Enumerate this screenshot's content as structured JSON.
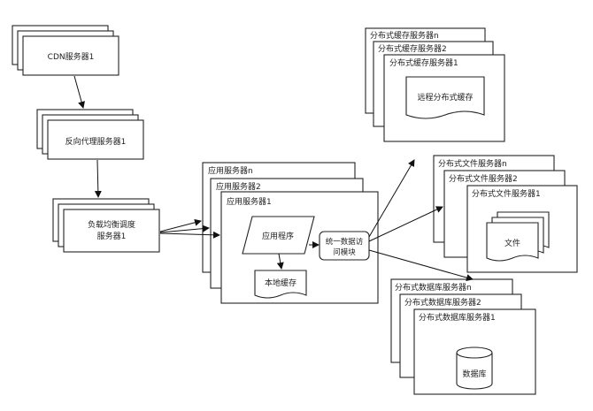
{
  "cdn": {
    "label": "CDN服务器1"
  },
  "reverse_proxy": {
    "label": "反向代理服务器1"
  },
  "load_balancer": {
    "line1": "负载均衡调度",
    "line2": "服务器1"
  },
  "app_servers": {
    "labels": [
      "应用服务器n",
      "应用服务器2",
      "应用服务器1"
    ],
    "program": "应用程序",
    "local_cache": "本地缓存",
    "data_access": {
      "line1": "统一数据访",
      "line2": "问模块"
    }
  },
  "cache_servers": {
    "labels": [
      "分布式缓存服务器n",
      "分布式缓存服务器2",
      "分布式缓存服务器1"
    ],
    "remote_cache": "远程分布式缓存"
  },
  "file_servers": {
    "labels": [
      "分布式文件服务器n",
      "分布式文件服务器2",
      "分布式文件服务器1"
    ],
    "files": "文件"
  },
  "db_servers": {
    "labels": [
      "分布式数据库服务器n",
      "分布式数据库服务器2",
      "分布式数据库服务器1"
    ],
    "database": "数据库"
  }
}
